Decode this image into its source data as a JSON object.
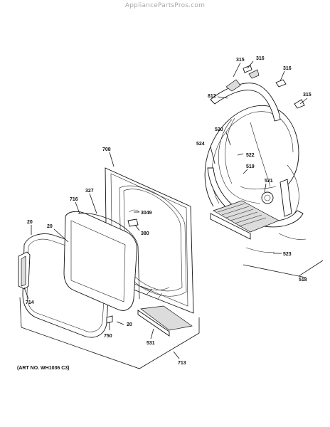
{
  "watermark": "AppliancePartsPros.com",
  "art_number": "(ART NO. WH1036 C3)",
  "callouts": {
    "c315a": "315",
    "c316a": "316",
    "c316b": "316",
    "c315b": "315",
    "c812": "812",
    "c520": "520",
    "c524": "524",
    "c522": "522",
    "c519": "519",
    "c521": "521",
    "c523": "523",
    "c518": "518",
    "c708": "708",
    "c327": "327",
    "c716": "716",
    "c3049": "3049",
    "c380": "380",
    "c20a": "20",
    "c20b": "20",
    "c20c": "20",
    "c714": "714",
    "c750": "750",
    "c531": "531",
    "c713": "713"
  }
}
